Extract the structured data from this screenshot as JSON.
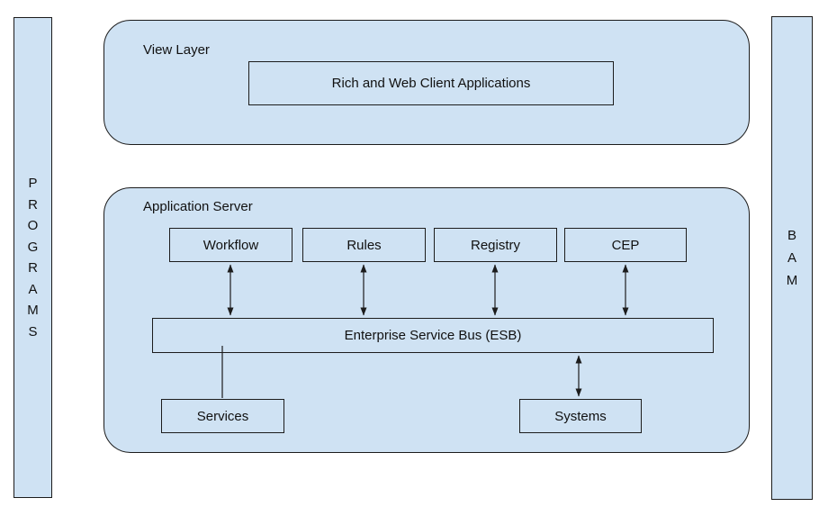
{
  "colors": {
    "fill": "#cfe2f3",
    "stroke": "#1c1c1c",
    "background": "#ffffff",
    "text": "#111111"
  },
  "left_bar": {
    "word": "PROGRAMS",
    "letters": [
      "P",
      "R",
      "O",
      "G",
      "R",
      "A",
      "M",
      "S"
    ]
  },
  "right_bar": {
    "word": "BAM",
    "letters": [
      "B",
      "A",
      "M"
    ]
  },
  "view_layer": {
    "title": "View Layer",
    "client_box_label": "Rich and Web Client Applications"
  },
  "application_server": {
    "title": "Application Server",
    "components": {
      "workflow": "Workflow",
      "rules": "Rules",
      "registry": "Registry",
      "cep": "CEP"
    },
    "esb_label": "Enterprise Service Bus (ESB)",
    "services_label": "Services",
    "systems_label": "Systems"
  },
  "connections": [
    {
      "from": "Workflow",
      "to": "ESB",
      "type": "double-arrow"
    },
    {
      "from": "Rules",
      "to": "ESB",
      "type": "double-arrow"
    },
    {
      "from": "Registry",
      "to": "ESB",
      "type": "double-arrow"
    },
    {
      "from": "CEP",
      "to": "ESB",
      "type": "double-arrow"
    },
    {
      "from": "ESB",
      "to": "Services",
      "type": "line"
    },
    {
      "from": "ESB",
      "to": "Systems",
      "type": "double-arrow"
    }
  ]
}
